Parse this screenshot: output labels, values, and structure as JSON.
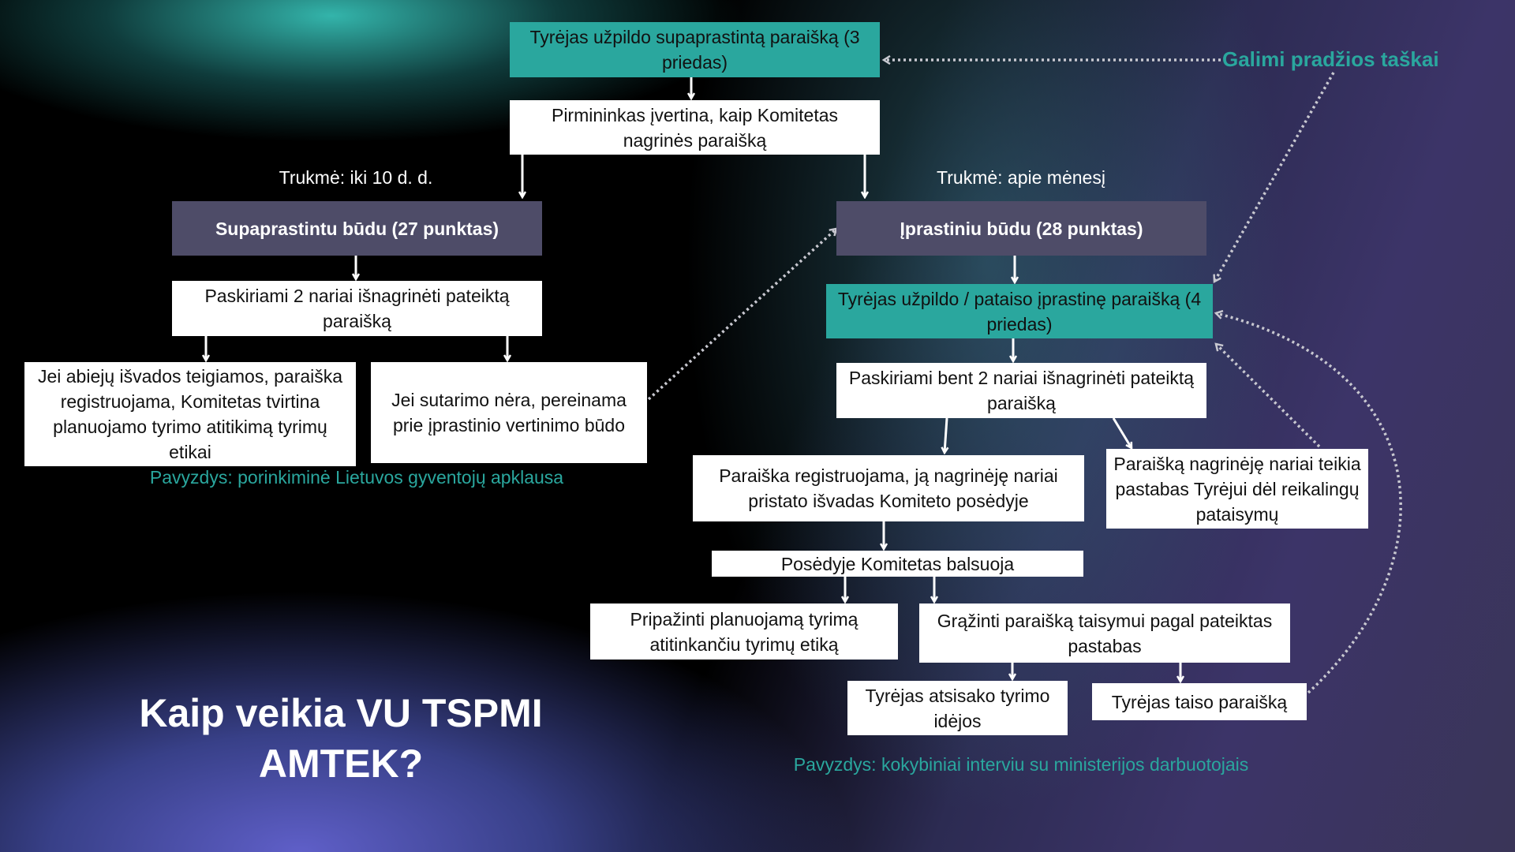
{
  "title": {
    "line1": "Kaip veikia VU TSPMI",
    "line2": "AMTEK?"
  },
  "start_points_label": "Galimi pradžios taškai",
  "boxes": {
    "simplified_form": "Tyrėjas užpildo supaprastintą paraišką (3 priedas)",
    "chair_assess": "Pirmininkas įvertina, kaip Komitetas nagrinės paraišką",
    "simplified_mode": "Supaprastintu būdu (27 punktas)",
    "assign_two": "Paskiriami 2 nariai išnagrinėti pateiktą paraišką",
    "both_positive": "Jei abiejų išvados teigiamos, paraiška registruojama, Komitetas tvirtina planuojamo tyrimo atitikimą tyrimų etikai",
    "no_agreement": "Jei sutarimo nėra, pereinama prie įprastinio vertinimo būdo",
    "regular_mode": "Įprastiniu būdu (28 punktas)",
    "regular_form": "Tyrėjas užpildo / pataiso įprastinę paraišką (4 priedas)",
    "assign_at_least_two": "Paskiriami bent 2 nariai išnagrinėti pateiktą paraišką",
    "registered_present": "Paraiška registruojama, ją nagrinėję nariai pristato išvadas Komiteto posėdyje",
    "members_comment": "Paraišką nagrinėję nariai teikia pastabas Tyrėjui dėl reikalingų pataisymų",
    "committee_votes": "Posėdyje Komitetas balsuoja",
    "approve": "Pripažinti planuojamą tyrimą atitinkančiu tyrimų etiką",
    "return": "Grąžinti paraišką taisymui pagal pateiktas pastabas",
    "researcher_declines": "Tyrėjas atsisako tyrimo idėjos",
    "researcher_fixes": "Tyrėjas taiso paraišką"
  },
  "durations": {
    "simplified": "Trukmė: iki 10 d. d.",
    "regular": "Trukmė: apie mėnesį"
  },
  "examples": {
    "simplified": "Pavyzdys: porinkiminė Lietuvos gyventojų apklausa",
    "regular": "Pavyzdys: kokybiniai interviu su ministerijos darbuotojais"
  },
  "colors": {
    "teal": "#2aa79e",
    "slate": "#4e4c68",
    "box": "#ffffff"
  }
}
